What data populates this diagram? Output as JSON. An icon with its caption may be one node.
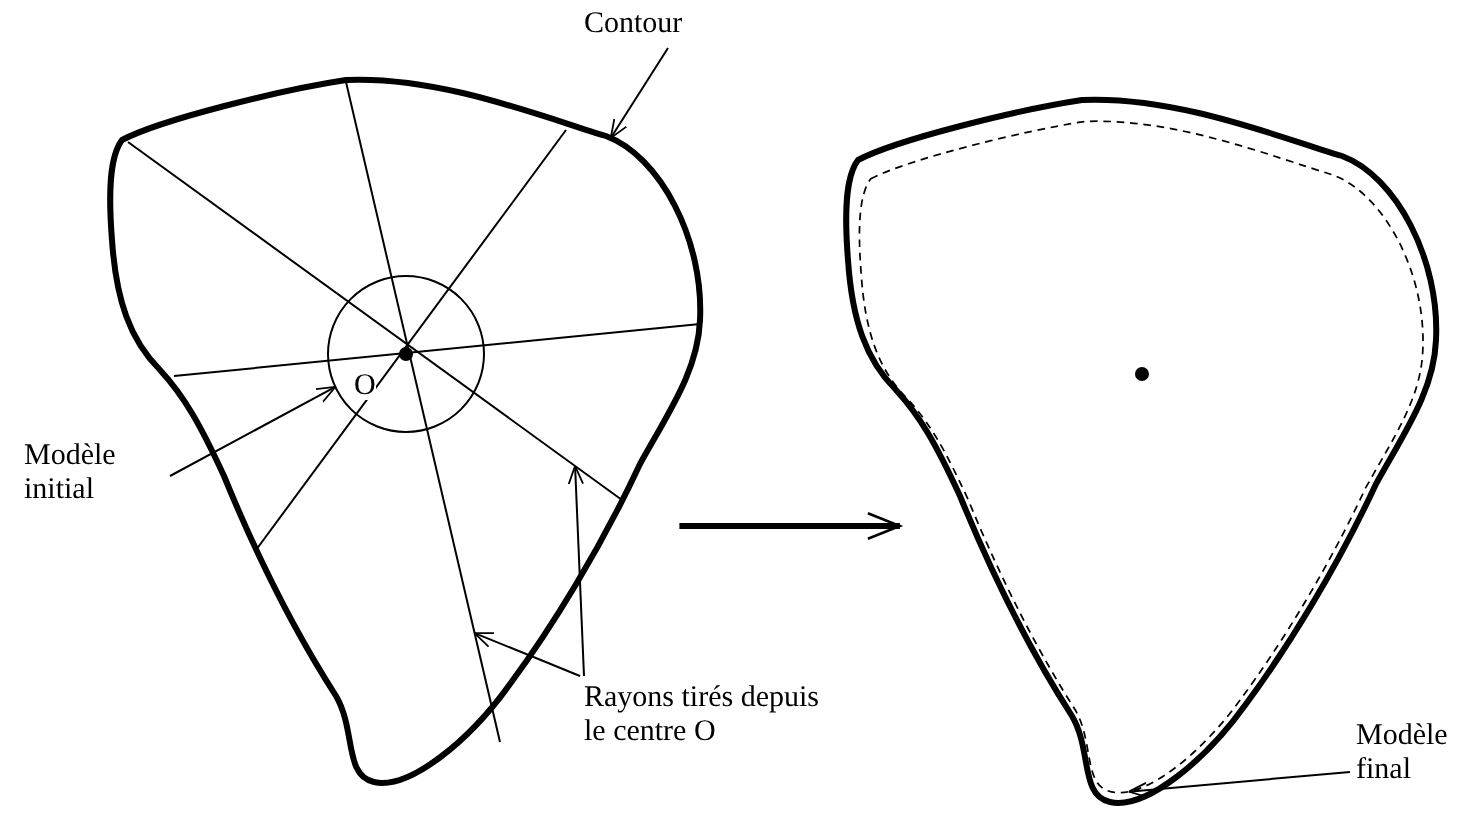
{
  "diagram": {
    "nodes": [
      {
        "text": [
          "Contour"
        ]
      },
      {
        "text": [],
        "shape": "picture"
      },
      {
        "text": [
          "Modèle initial"
        ]
      },
      {
        "text": [],
        "shape": "circle",
        "in": 1
      },
      {
        "text": [
          "Rayons tirés depuis le centre O"
        ]
      },
      {
        "text": [],
        "shape": "picture"
      },
      {
        "text": [
          "Modèle final"
        ]
      },
      {
        "text": [],
        "shape": "curve",
        "in": 5
      }
    ],
    "edges": [
      {
        "from": 0,
        "to": 1,
        "arrow": "to"
      },
      {
        "from": 2,
        "to": 3,
        "arrow": "to"
      },
      {
        "from": 4,
        "to": 1,
        "arrow": "to"
      },
      {
        "from": 4,
        "to": 1,
        "arrow": "to"
      },
      {
        "from": 1,
        "to": 5,
        "arrow": "to",
        "style": "thick"
      },
      {
        "from": 6,
        "to": 7,
        "arrow": "to"
      }
    ],
    "labels": [
      "O"
    ]
  }
}
